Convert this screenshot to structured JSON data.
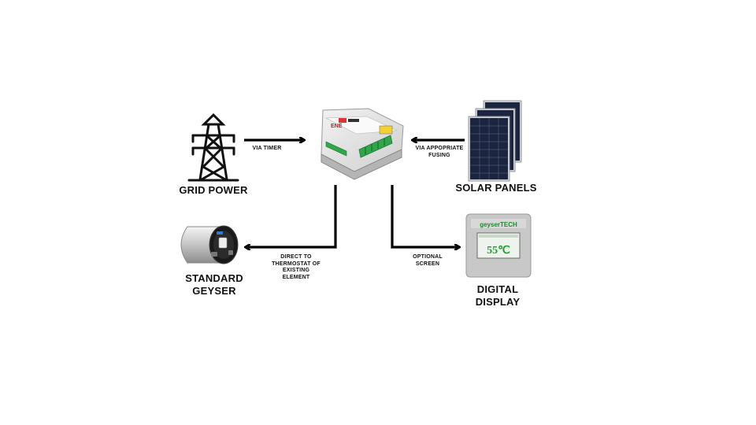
{
  "nodes": {
    "grid_power": {
      "label": "GRID POWER",
      "icon": "pylon-icon"
    },
    "controller": {
      "label": "",
      "icon": "controller-box-icon",
      "brand_text": "ENE"
    },
    "solar_panels": {
      "label": "SOLAR PANELS",
      "icon": "solar-panel-icon"
    },
    "geyser": {
      "label_line1": "STANDARD",
      "label_line2": "GEYSER",
      "icon": "geyser-tank-icon"
    },
    "display": {
      "label_line1": "DIGITAL",
      "label_line2": "DISPLAY",
      "icon": "digital-display-icon",
      "brand": "geyserTECH",
      "reading": "55℃"
    }
  },
  "edges": {
    "grid_to_controller": {
      "label_line1": "VIA TIMER"
    },
    "solar_to_controller": {
      "label_line1": "VIA APPOPRIATE",
      "label_line2": "FUSING"
    },
    "controller_to_geyser": {
      "label_line1": "DIRECT TO",
      "label_line2": "THERMOSTAT OF",
      "label_line3": "EXISTING",
      "label_line4": "ELEMENT"
    },
    "controller_to_display": {
      "label_line1": "OPTIONAL",
      "label_line2": "SCREEN"
    }
  },
  "colors": {
    "arrow": "#000000",
    "panel_cell": "#1c2540",
    "display_green": "#1aa32a",
    "controller_body": "#e6e6e6"
  }
}
